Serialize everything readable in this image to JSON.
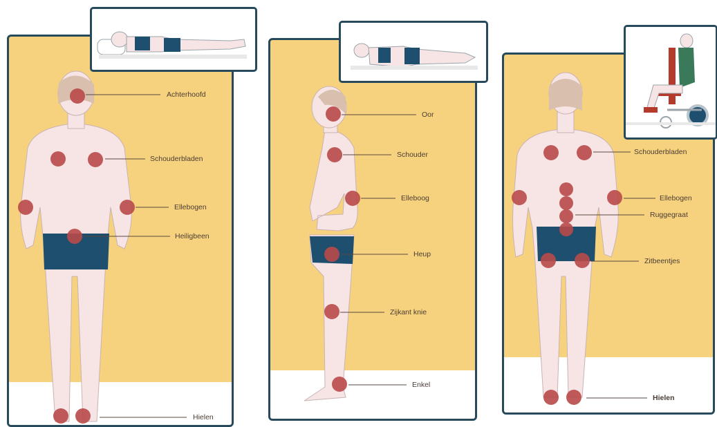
{
  "colors": {
    "panel_bg": "#f6d27e",
    "border": "#27495c",
    "skin": "#f7e4e4",
    "underwear": "#1e4f6e",
    "pressure_point": "#b94a4a",
    "hair": "#d9bfae"
  },
  "panels": {
    "back_standing": {
      "labels": [
        "Achterhoofd",
        "Schouderbladen",
        "Ellebogen",
        "Heiligbeen",
        "Hielen"
      ]
    },
    "side_standing": {
      "labels": [
        "Oor",
        "Schouder",
        "Elleboog",
        "Heup",
        "Zijkant knie",
        "Enkel"
      ]
    },
    "back_seated": {
      "labels": [
        "Schouderbladen",
        "Ellebogen",
        "Ruggegraat",
        "Zitbeentjes",
        "Hielen"
      ]
    }
  },
  "icons": {
    "lying_supine": "person-lying-on-back-icon",
    "lying_side": "person-lying-on-side-icon",
    "wheelchair": "person-in-wheelchair-icon"
  }
}
